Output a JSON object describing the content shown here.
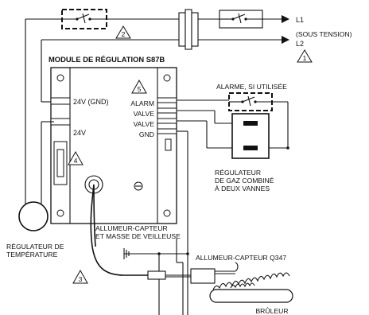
{
  "module": {
    "title": "MODULE DE RÉGULATION S87B",
    "terminals_left": [
      "24V (GND)",
      "24V"
    ],
    "terminals_right": [
      "ALARM",
      "VALVE",
      "VALVE",
      "GND"
    ]
  },
  "power": {
    "l1": "L1",
    "l1_note": "(SOUS TENSION)",
    "l2": "L2"
  },
  "alarm_label": "ALARME, SI UTILISÉE",
  "gas_valve_label": [
    "RÉGULATEUR",
    "DE GAZ COMBINÉ",
    "À DEUX VANNES"
  ],
  "thermostat_label": [
    "RÉGULATEUR DE",
    "TEMPÉRATURE"
  ],
  "igniter_label": [
    "ALLUMEUR-CAPTEUR",
    "ET MASSE DE VEILLEUSE"
  ],
  "sensor_label": "ALLUMEUR-CAPTEUR Q347",
  "burner_label": "BRÛLEUR",
  "notes": [
    "1",
    "2",
    "3",
    "4",
    "5"
  ]
}
